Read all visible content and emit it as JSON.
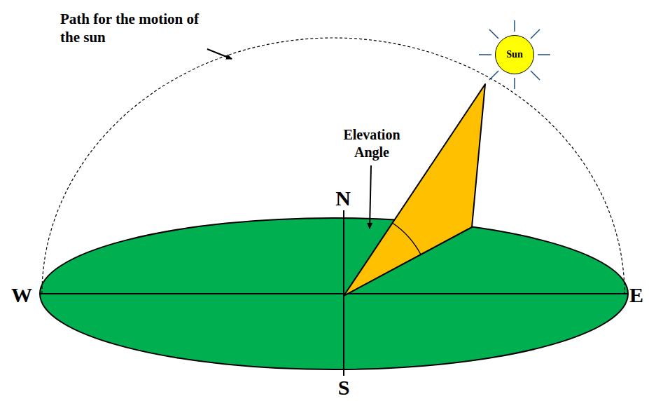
{
  "diagram": {
    "nodes": [
      {
        "text": [
          "Sun"
        ]
      }
    ],
    "labels": [
      "Path for the motion of the sun",
      "Elevation Angle",
      "N",
      "S",
      "W",
      "E"
    ]
  }
}
